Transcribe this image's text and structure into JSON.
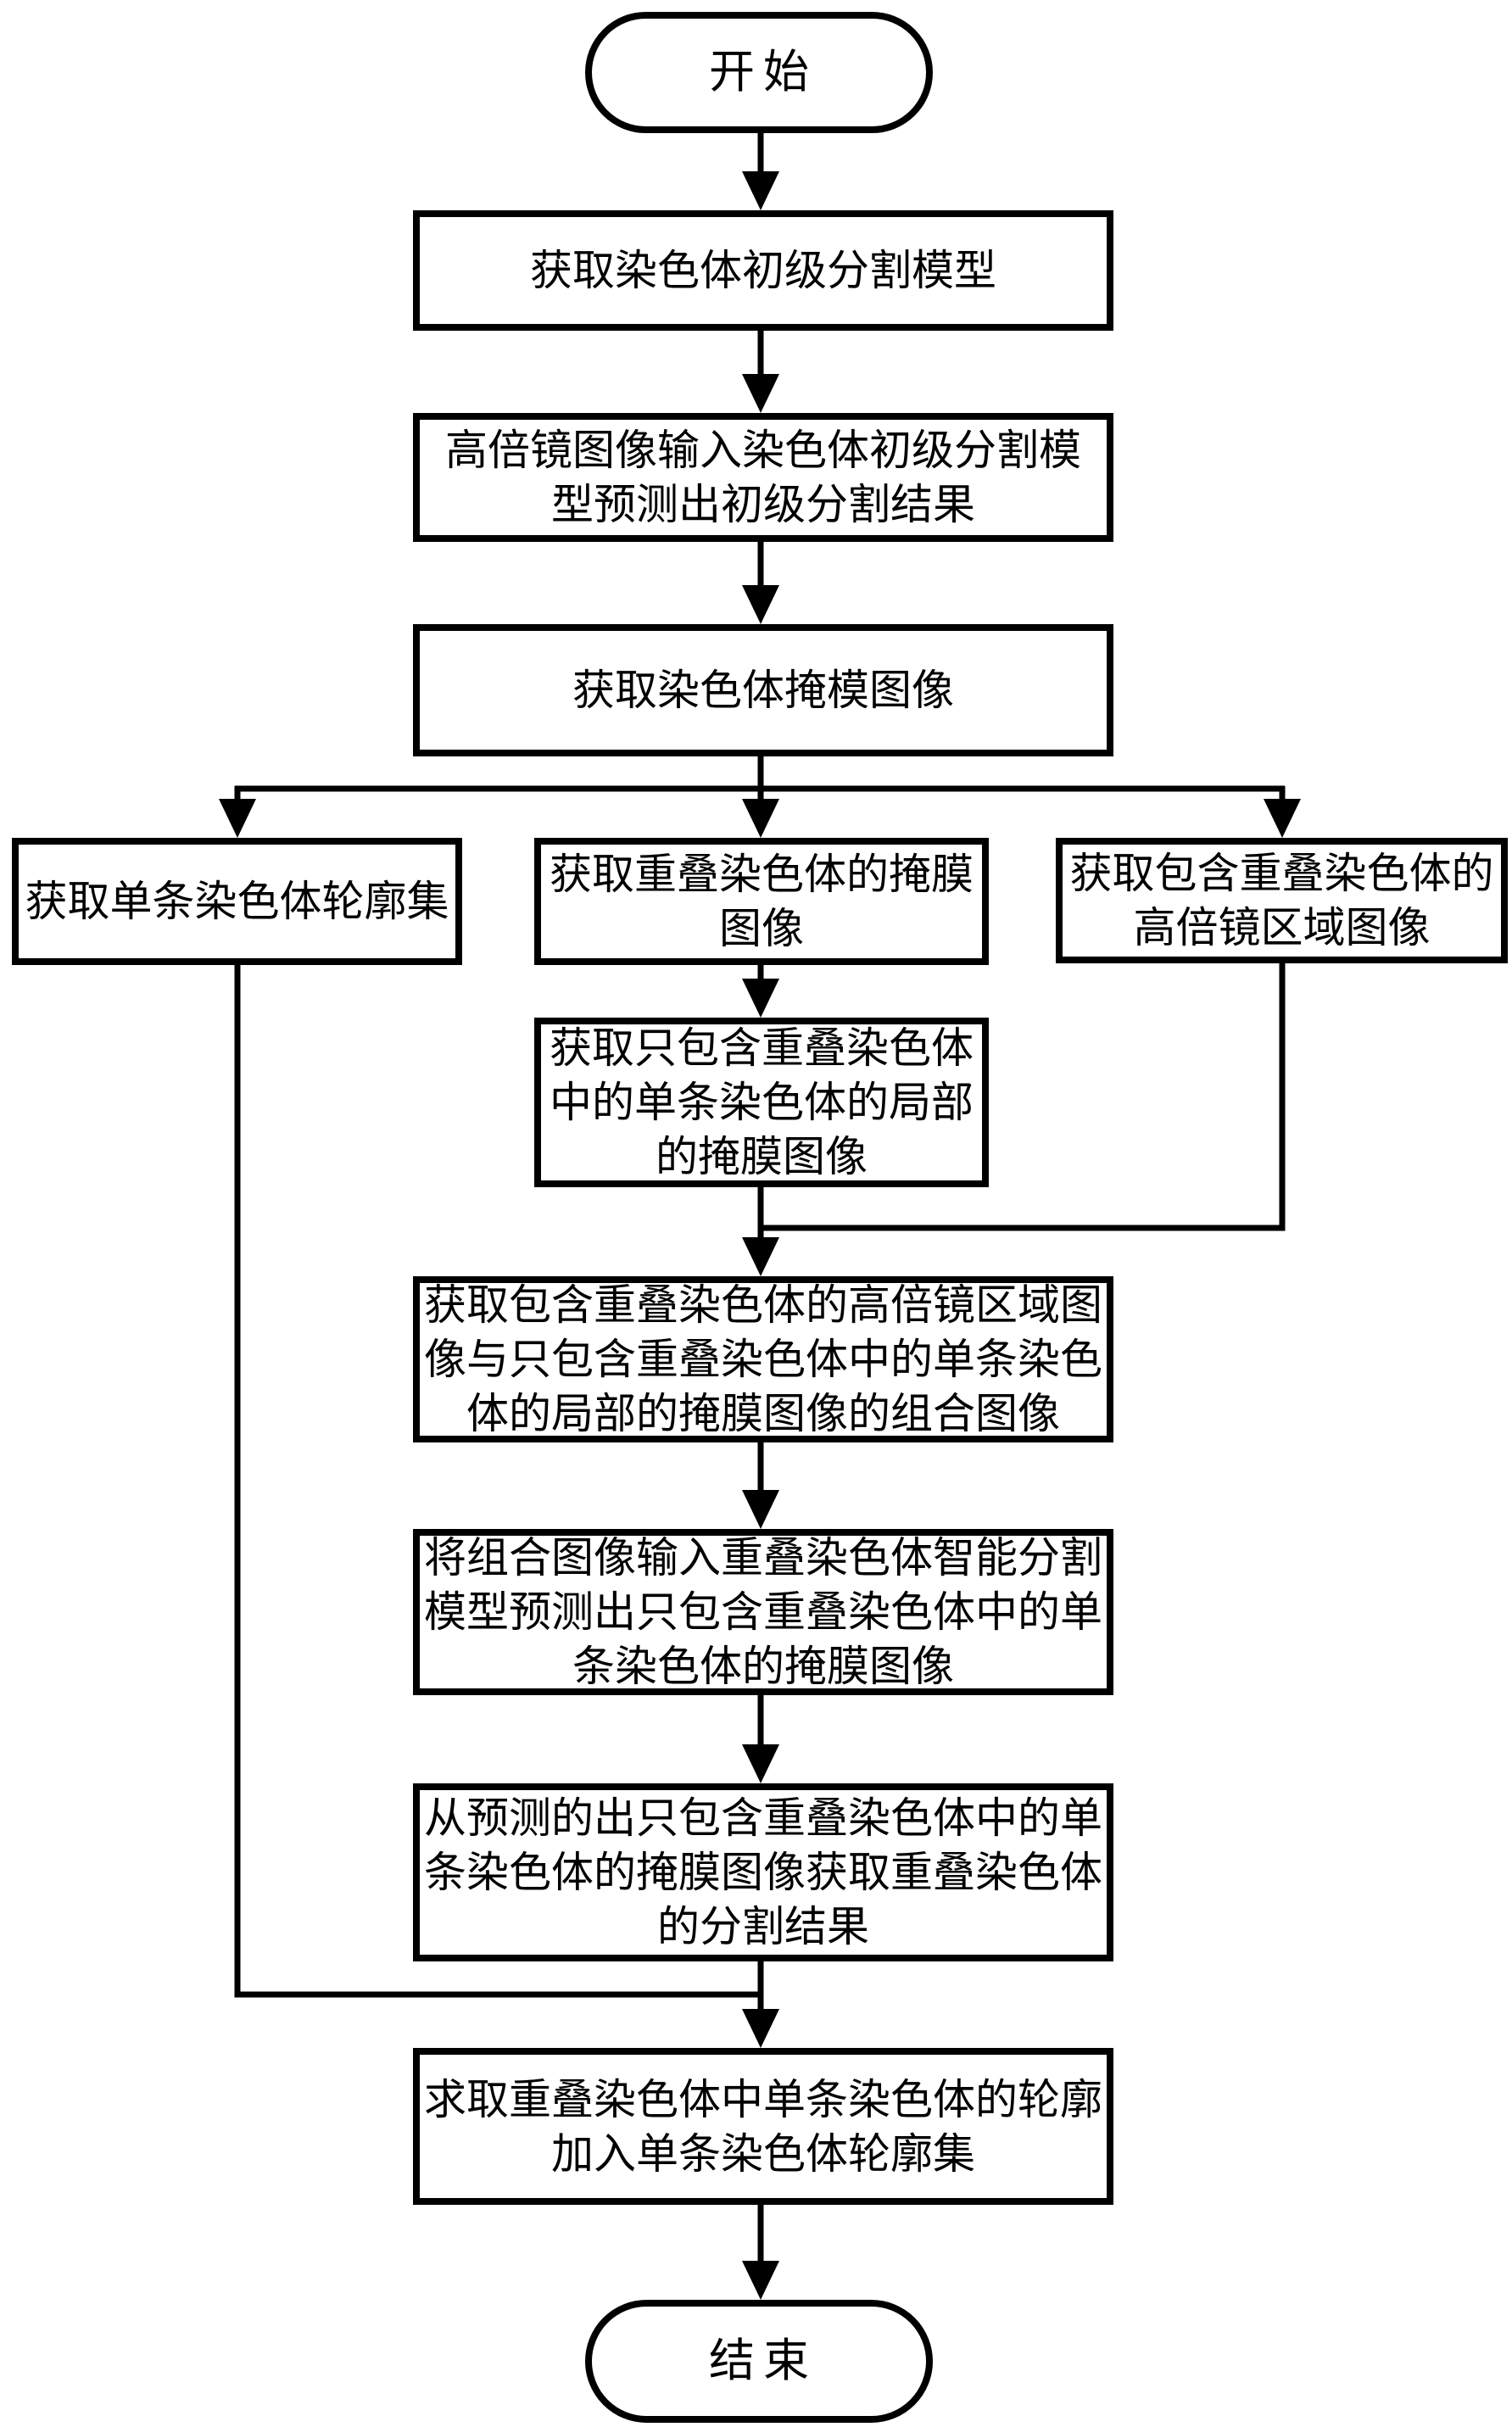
{
  "figure": {
    "background_color": "#ffffff",
    "line_color": "#000000",
    "text_color": "#000000",
    "nodes": {
      "start": {
        "type": "terminator",
        "label": "开始"
      },
      "get_primary_model": {
        "type": "process",
        "label": "获取染色体初级分割模型"
      },
      "predict_primary_result": {
        "type": "process",
        "label": "高倍镜图像输入染色体初级分割模\n型预测出初级分割结果"
      },
      "get_chromosome_mask": {
        "type": "process",
        "label": "获取染色体掩模图像"
      },
      "single_contour_set": {
        "type": "process",
        "label": "获取单条染色体轮廓集"
      },
      "overlap_mask_image": {
        "type": "process",
        "label": "获取重叠染色体的掩膜\n图像"
      },
      "overlap_region_image": {
        "type": "process",
        "label": "获取包含重叠染色体的\n高倍镜区域图像"
      },
      "partial_single_mask": {
        "type": "process",
        "label": "获取只包含重叠染色体\n中的单条染色体的局部\n的掩膜图像"
      },
      "combined_image": {
        "type": "process",
        "label": "获取包含重叠染色体的高倍镜区域图\n像与只包含重叠染色体中的单条染色\n体的局部的掩膜图像的组合图像"
      },
      "smart_segmentation_predict": {
        "type": "process",
        "label": "将组合图像输入重叠染色体智能分割\n模型预测出只包含重叠染色体中的单\n条染色体的掩膜图像"
      },
      "overlap_segmentation_result": {
        "type": "process",
        "label": "从预测的出只包含重叠染色体中的单\n条染色体的掩膜图像获取重叠染色体\n的分割结果"
      },
      "add_contours_to_set": {
        "type": "process",
        "label": "求取重叠染色体中单条染色体的轮廓\n加入单条染色体轮廓集"
      },
      "end": {
        "type": "terminator",
        "label": "结束"
      }
    }
  }
}
